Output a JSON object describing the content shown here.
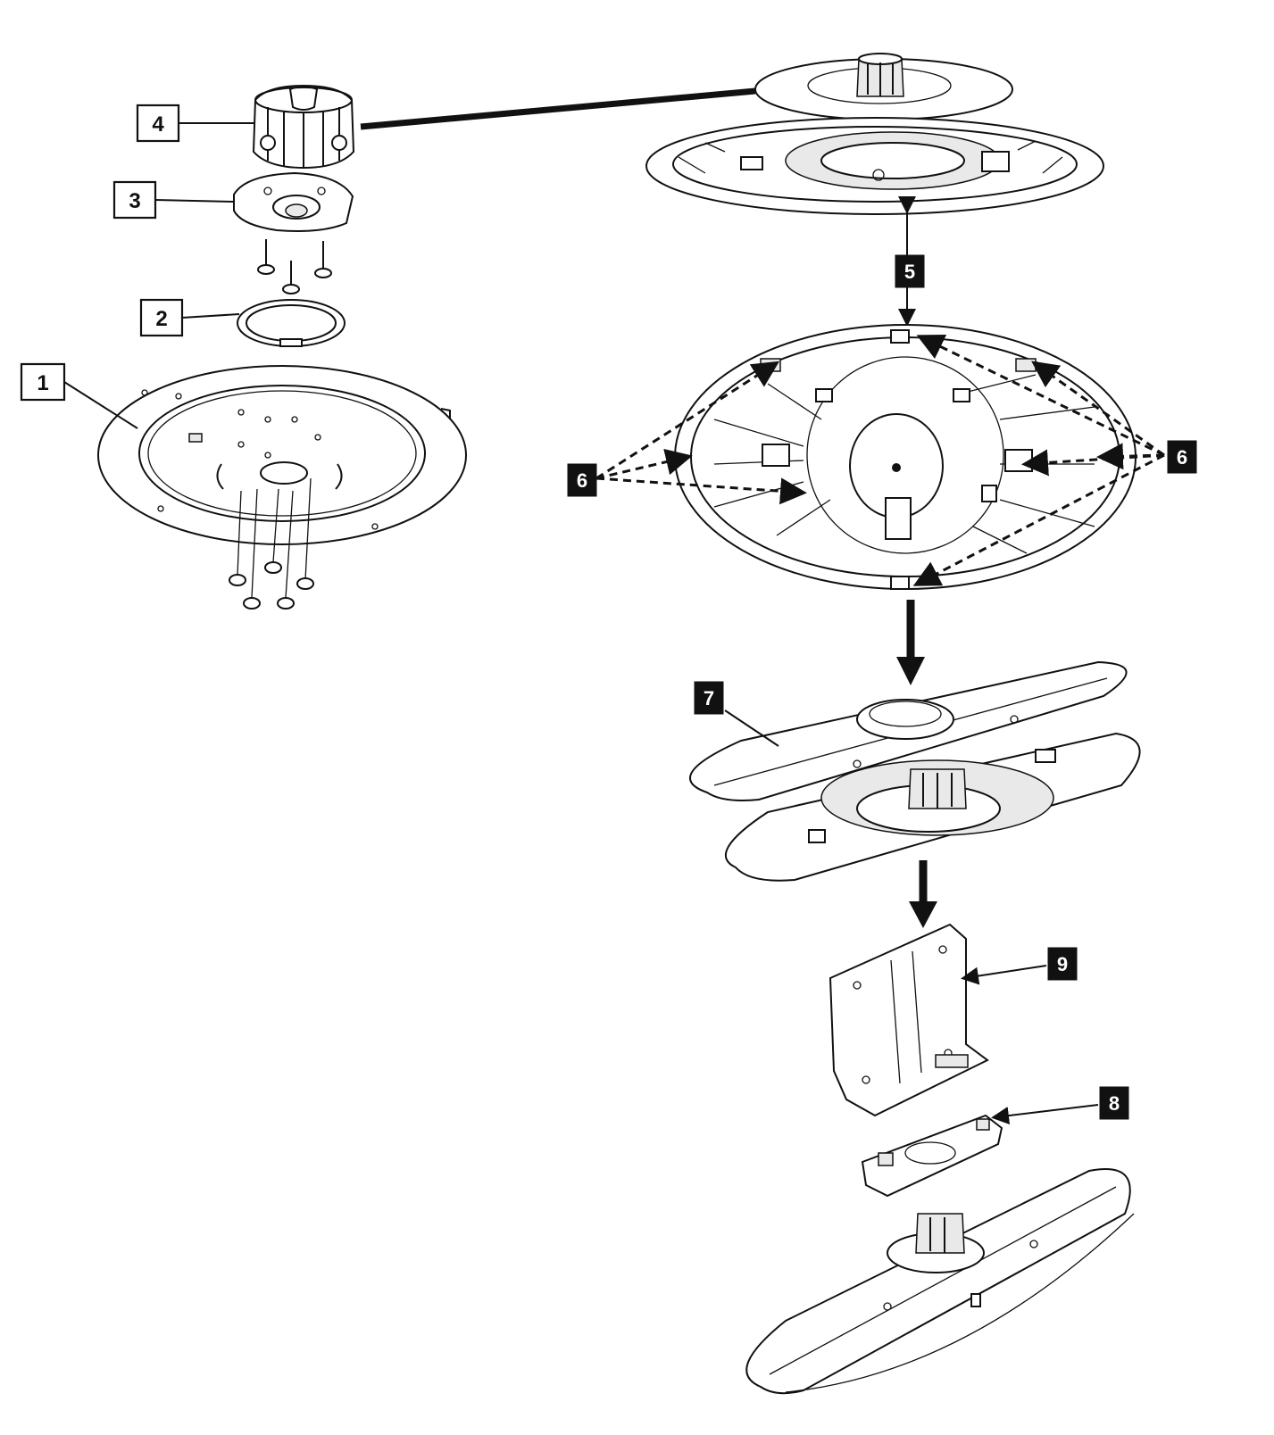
{
  "diagram": {
    "callouts": [
      {
        "id": "1",
        "label": "1",
        "style": "outlined"
      },
      {
        "id": "2",
        "label": "2",
        "style": "outlined"
      },
      {
        "id": "3",
        "label": "3",
        "style": "outlined"
      },
      {
        "id": "4",
        "label": "4",
        "style": "outlined"
      },
      {
        "id": "5",
        "label": "5",
        "style": "solid"
      },
      {
        "id": "6a",
        "label": "6",
        "style": "solid"
      },
      {
        "id": "6b",
        "label": "6",
        "style": "solid"
      },
      {
        "id": "7",
        "label": "7",
        "style": "solid"
      },
      {
        "id": "8",
        "label": "8",
        "style": "solid"
      },
      {
        "id": "9",
        "label": "9",
        "style": "solid"
      }
    ],
    "colors": {
      "line": "#111111",
      "background": "#ffffff",
      "shade": "#e9e9e9"
    }
  }
}
